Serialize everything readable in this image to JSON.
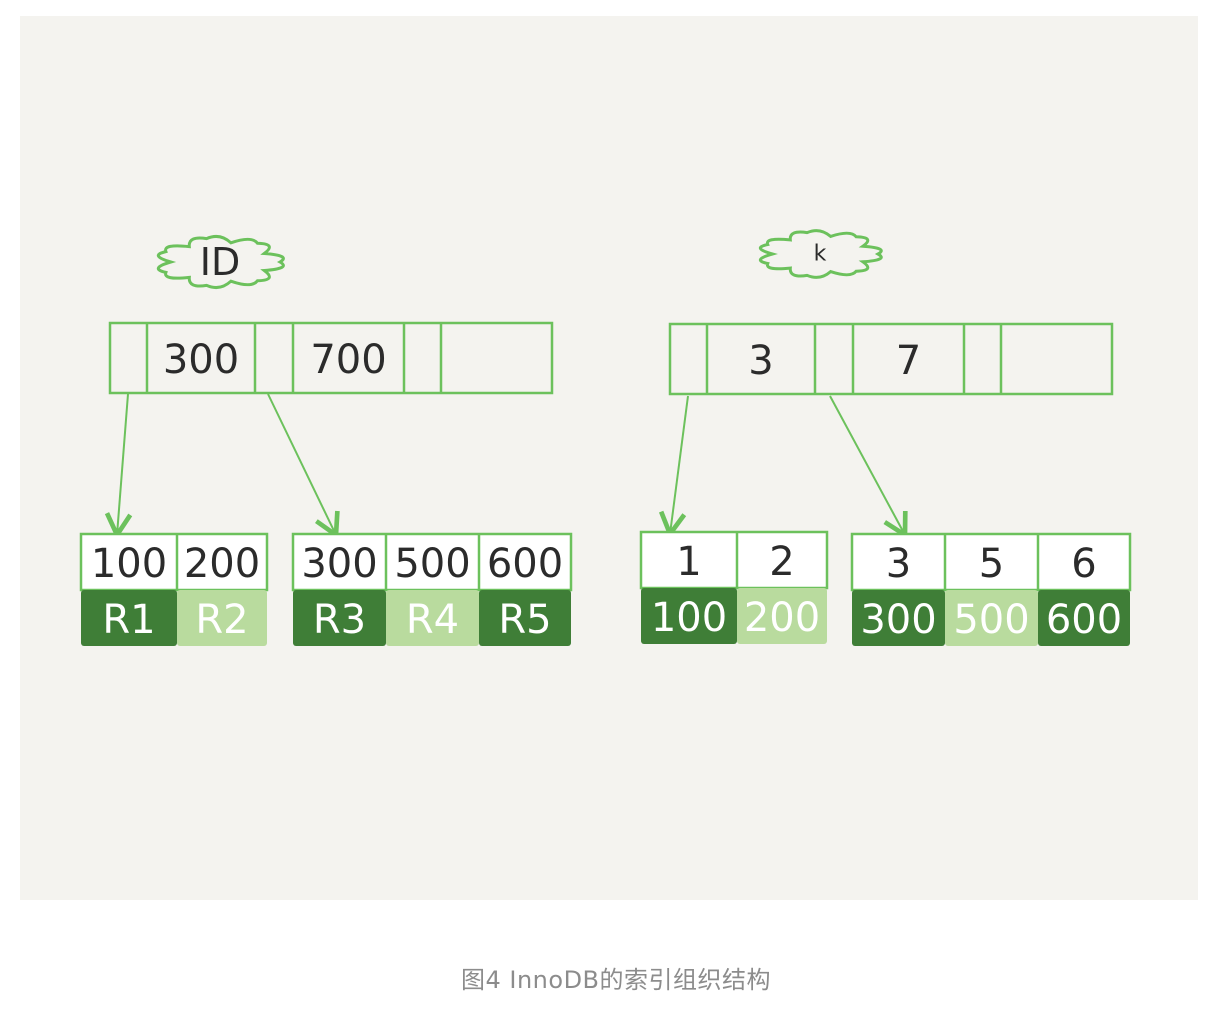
{
  "colors": {
    "stroke": "#6cc15c",
    "dark_fill": "#3f7e37",
    "light_fill": "#b9db9e",
    "panel_bg": "#f4f3ef"
  },
  "trees": [
    {
      "name": "ID",
      "root_keys": [
        "300",
        "700"
      ],
      "leaves": [
        {
          "keys": [
            "100",
            "200"
          ],
          "values": [
            "R1",
            "R2"
          ]
        },
        {
          "keys": [
            "300",
            "500",
            "600"
          ],
          "values": [
            "R3",
            "R4",
            "R5"
          ]
        }
      ]
    },
    {
      "name": "k",
      "root_keys": [
        "3",
        "7"
      ],
      "leaves": [
        {
          "keys": [
            "1",
            "2"
          ],
          "values": [
            "100",
            "200"
          ]
        },
        {
          "keys": [
            "3",
            "5",
            "6"
          ],
          "values": [
            "300",
            "500",
            "600"
          ]
        }
      ]
    }
  ],
  "caption": "图4 InnoDB的索引组织结构"
}
